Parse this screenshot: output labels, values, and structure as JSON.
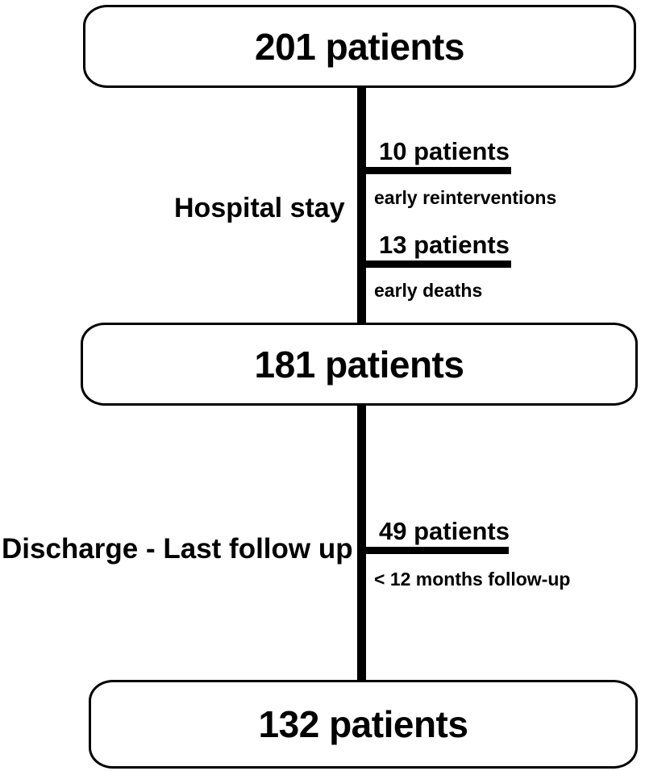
{
  "diagram": {
    "type": "patient-flow-chart",
    "nodes": [
      {
        "id": "enrolled",
        "label": "201 patients",
        "count": 201
      },
      {
        "id": "discharged",
        "label": "181 patients",
        "count": 181
      },
      {
        "id": "followed",
        "label": "132 patients",
        "count": 132
      }
    ],
    "stages": [
      {
        "id": "hospital-stay",
        "label": "Hospital stay"
      },
      {
        "id": "discharge-last-follow-up",
        "label": "Discharge - Last follow up"
      }
    ],
    "exclusions": [
      {
        "id": "early-reinterventions",
        "count_label": "10 patients",
        "count": 10,
        "reason": "early reinterventions",
        "stage": "hospital-stay"
      },
      {
        "id": "early-deaths",
        "count_label": "13 patients",
        "count": 13,
        "reason": "early deaths",
        "stage": "hospital-stay"
      },
      {
        "id": "short-follow-up",
        "count_label": "49 patients",
        "count": 49,
        "reason": "< 12 months follow-up",
        "stage": "discharge-last-follow-up"
      }
    ],
    "colors": {
      "stroke": "#000000",
      "fill": "#ffffff",
      "text": "#000000"
    }
  }
}
